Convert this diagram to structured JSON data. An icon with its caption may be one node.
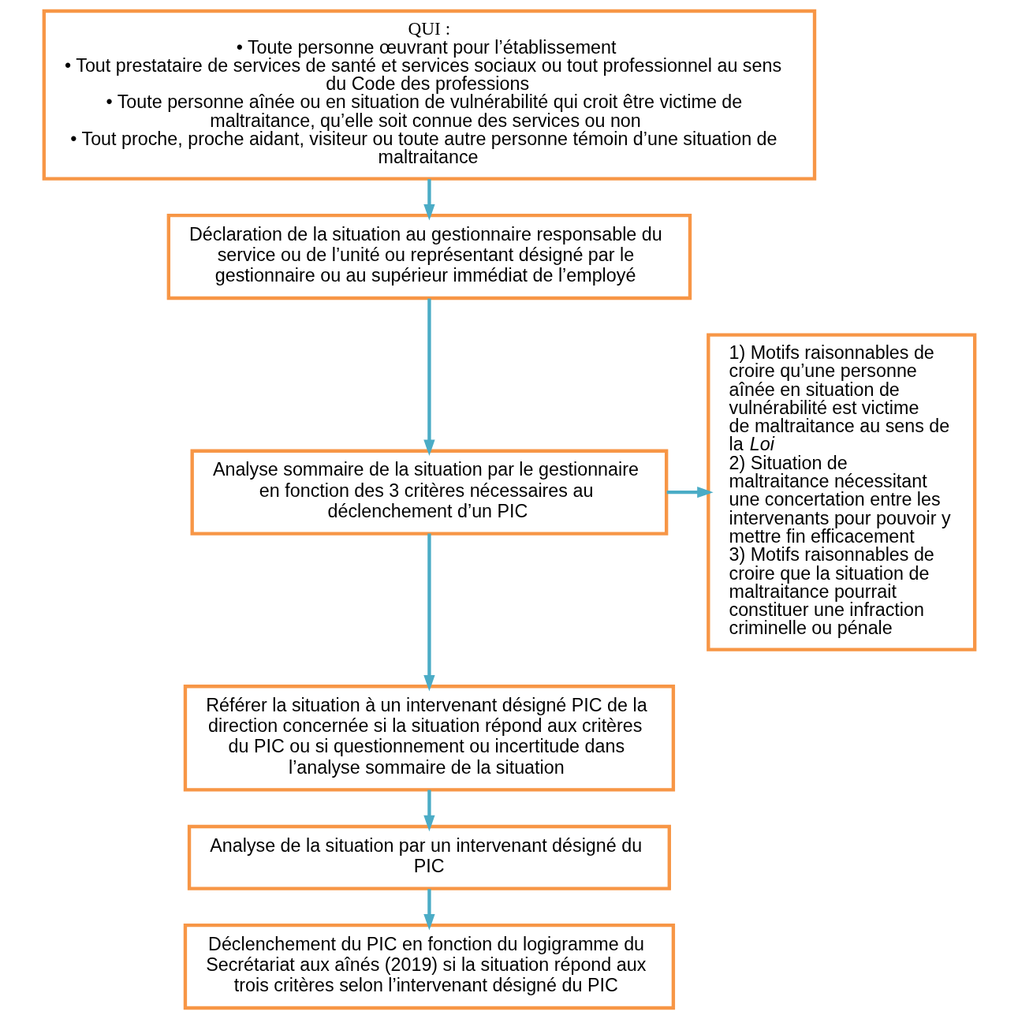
{
  "diagram": {
    "nodes": [
      {
        "text": [
          "QUI :",
          "• Toute personne œuvrant pour l’établissement",
          "• Tout prestataire de services de santé et services sociaux ou tout professionnel au sens du Code des professions",
          "• Toute personne aînée ou en situation de vulnérabilité qui croit être victime de maltraitance, qu’elle soit connue des services ou non",
          "• Tout proche, proche aidant, visiteur ou toute autre personne témoin d’une situation de maltraitance"
        ]
      },
      {
        "text": [
          "Déclaration de la situation au gestionnaire responsable du service ou de l’unité ou représentant désigné par le gestionnaire ou au supérieur immédiat de l’employé"
        ]
      },
      {
        "text": [
          "Analyse sommaire de la situation par le gestionnaire en fonction des 3 critères nécessaires au déclenchement d’un PIC"
        ]
      },
      {
        "text": [
          "Référer la situation à un intervenant désigné PIC de la direction concernée si la situation répond aux critères du PIC ou si questionnement ou incertitude dans l’analyse sommaire de la situation"
        ]
      },
      {
        "text": [
          "Analyse de la situation par un intervenant désigné du PIC"
        ]
      },
      {
        "text": [
          "Déclenchement du PIC en fonction du logigramme du Secrétariat aux aînés (2019) si la situation répond aux trois critères selon l’intervenant désigné du PIC"
        ]
      },
      {
        "text": [
          "1) Motifs raisonnables de croire qu’une personne aînée en situation de vulnérabilité est victime de maltraitance au sens de la *Loi*",
          "2) Situation de maltraitance nécessitant une concertation entre les intervenants pour pouvoir y mettre fin efficacement",
          "3) Motifs raisonnables de croire que la situation de maltraitance pourrait constituer une infraction criminelle ou pénale"
        ]
      }
    ],
    "edges": [
      {
        "from": 0,
        "to": 1,
        "arrow": "to"
      },
      {
        "from": 1,
        "to": 2,
        "arrow": "to"
      },
      {
        "from": 2,
        "to": 6,
        "arrow": "to"
      },
      {
        "from": 2,
        "to": 3,
        "arrow": "to"
      },
      {
        "from": 3,
        "to": 4,
        "arrow": "to"
      },
      {
        "from": 4,
        "to": 5,
        "arrow": "to"
      }
    ]
  }
}
